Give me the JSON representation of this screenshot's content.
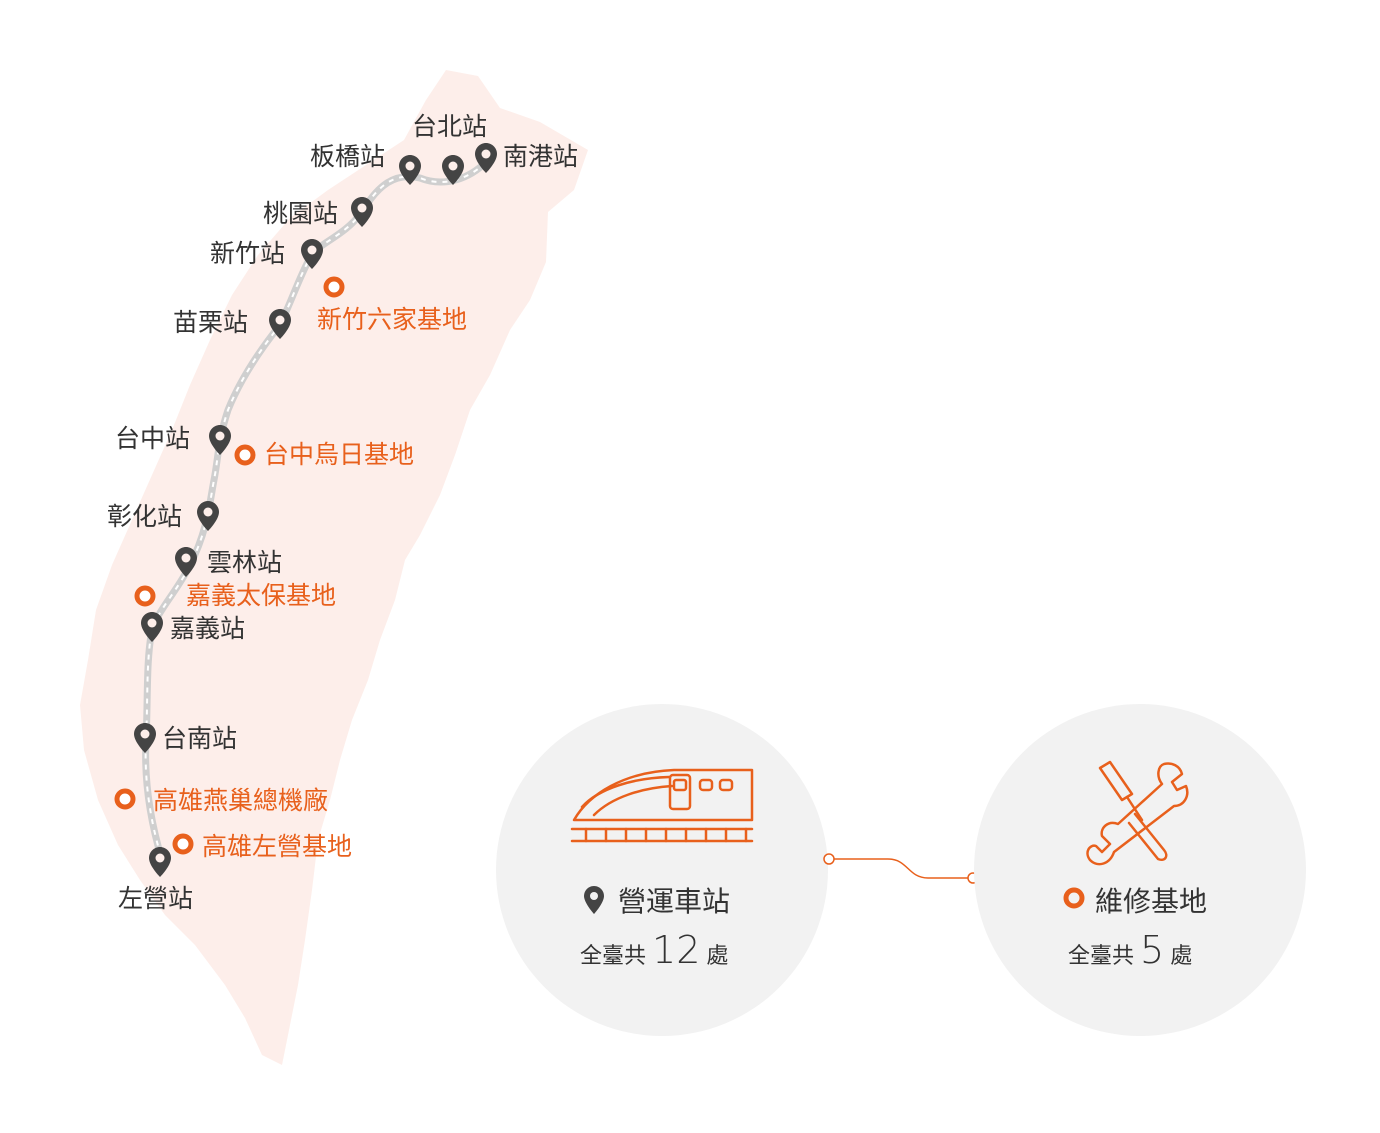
{
  "map": {
    "stations": [
      {
        "id": "nangang",
        "label": "南港站"
      },
      {
        "id": "taipei",
        "label": "台北站"
      },
      {
        "id": "banqiao",
        "label": "板橋站"
      },
      {
        "id": "taoyuan",
        "label": "桃園站"
      },
      {
        "id": "hsinchu",
        "label": "新竹站"
      },
      {
        "id": "miaoli",
        "label": "苗栗站"
      },
      {
        "id": "taichung",
        "label": "台中站"
      },
      {
        "id": "changhua",
        "label": "彰化站"
      },
      {
        "id": "yunlin",
        "label": "雲林站"
      },
      {
        "id": "chiayi",
        "label": "嘉義站"
      },
      {
        "id": "tainan",
        "label": "台南站"
      },
      {
        "id": "zuoying",
        "label": "左營站"
      }
    ],
    "depots": [
      {
        "id": "hsinchu-liujia",
        "label": "新竹六家基地"
      },
      {
        "id": "taichung-wuri",
        "label": "台中烏日基地"
      },
      {
        "id": "chiayi-taibao",
        "label": "嘉義太保基地"
      },
      {
        "id": "kaohsiung-yanchao",
        "label": "高雄燕巢總機廠"
      },
      {
        "id": "kaohsiung-zuoying",
        "label": "高雄左營基地"
      }
    ]
  },
  "legend": {
    "stations": {
      "title": "營運車站",
      "prefix": "全臺共",
      "count": "12",
      "suffix": "處",
      "icon": "map-pin-icon"
    },
    "depots": {
      "title": "維修基地",
      "prefix": "全臺共",
      "count": "5",
      "suffix": "處",
      "icon": "tools-icon"
    }
  },
  "colors": {
    "accent": "#e8601c",
    "island": "#fdeeea",
    "pin": "#444444",
    "track": "#cccccc",
    "circle": "#f2f2f2"
  }
}
